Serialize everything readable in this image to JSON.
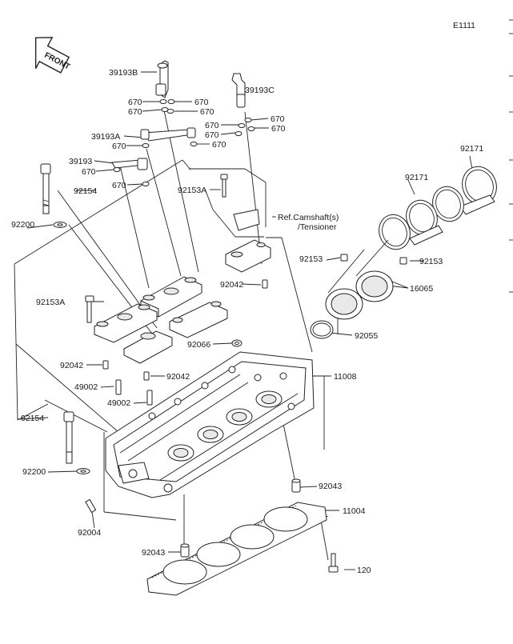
{
  "diagram_code": "E1111",
  "front_label": "FRONT",
  "ref_note": {
    "line1": "Ref.Camshaft(s)",
    "line2": "/Tensioner"
  },
  "labels": {
    "p39193B": "39193B",
    "p39193C": "39193C",
    "p39193A": "39193A",
    "p39193": "39193",
    "p670_1": "670",
    "p670_2": "670",
    "p670_3": "670",
    "p670_4": "670",
    "p670_5": "670",
    "p670_6": "670",
    "p670_7": "670",
    "p670_8": "670",
    "p670_9": "670",
    "p670_10": "670",
    "p670_11": "670",
    "p670_12": "670",
    "p92154_top": "92154",
    "p92200_top": "92200",
    "p92153A_top": "92153A",
    "p92153A_left": "92153A",
    "p92042_mid": "92042",
    "p92042_left": "92042",
    "p92042_right": "92042",
    "p49002_left": "49002",
    "p49002_right": "49002",
    "p92066": "92066",
    "p11008": "11008",
    "p92153_left": "92153",
    "p92153_right": "92153",
    "p16065": "16065",
    "p92055": "92055",
    "p92171_top": "92171",
    "p92171_mid": "92171",
    "p92154_low": "92154",
    "p92200_low": "92200",
    "p92004": "92004",
    "p92043_right": "92043",
    "p11004": "11004",
    "p92043_left": "92043",
    "p120": "120"
  }
}
